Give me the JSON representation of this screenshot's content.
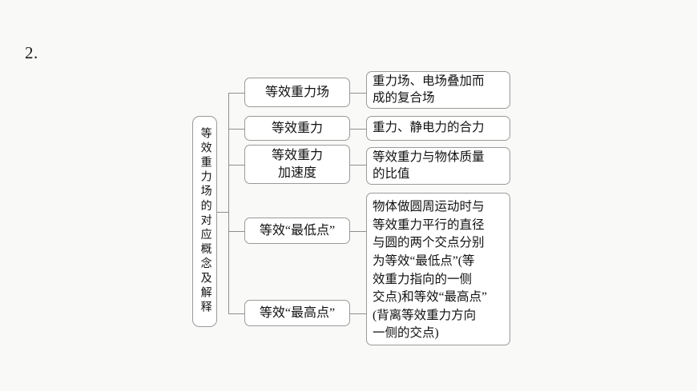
{
  "page": {
    "item_number": "2.",
    "background_color": "#f9f9f7",
    "line_color": "#8f8f8f",
    "box_border_color": "#9a9a9a",
    "text_color": "#111111"
  },
  "diagram": {
    "type": "tree",
    "root": {
      "label": "等效重力场的对应概念及解释",
      "orientation": "vertical"
    },
    "branches": [
      {
        "term": "等效重力场",
        "definition": "重力场、电场叠加而成的复合场",
        "definition_lines": [
          "重力场、电场叠加而",
          "成的复合场"
        ]
      },
      {
        "term": "等效重力",
        "definition": "重力、静电力的合力",
        "definition_lines": [
          "重力、静电力的合力"
        ]
      },
      {
        "term": "等效重力加速度",
        "term_lines": [
          "等效重力",
          "加速度"
        ],
        "definition": "等效重力与物体质量的比值",
        "definition_lines": [
          "等效重力与物体质量",
          "的比值"
        ]
      },
      {
        "term": "等效“最低点”",
        "definition": "物体做圆周运动时与等效重力平行的直径与圆的两个交点分别为等效“最低点”(等效重力指向的一侧交点)和等效“最高点”(背离等效重力方向一侧的交点)",
        "definition_lines": [
          "物体做圆周运动时与",
          "等效重力平行的直径",
          "与圆的两个交点分别",
          "为等效“最低点”(等",
          "效重力指向的一侧",
          "交点)和等效“最高点”",
          "(背离等效重力方向",
          "一侧的交点)"
        ],
        "shared_definition_with_next": true
      },
      {
        "term": "等效“最高点”",
        "definition": "",
        "definition_lines": []
      }
    ]
  }
}
